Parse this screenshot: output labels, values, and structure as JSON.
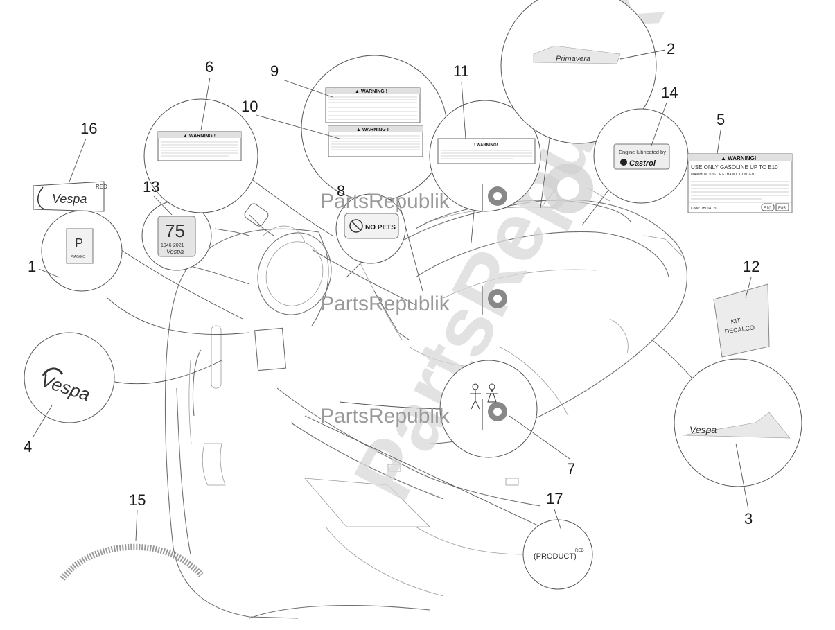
{
  "callouts": [
    "1",
    "2",
    "3",
    "4",
    "5",
    "6",
    "7",
    "8",
    "9",
    "10",
    "11",
    "12",
    "13",
    "14",
    "15",
    "16",
    "17"
  ],
  "watermark": {
    "text": "PartsRepublik",
    "large_text": "PartsRepublik"
  },
  "decals": {
    "warning_header": "▲ WARNING !",
    "warning_header_9": "▲ WARNING !",
    "warning_header_10": "▲ WARNING !",
    "warning_header_11": "! WARNING!",
    "warning_5": {
      "header": "▲ WARNING!",
      "line1": "USE ONLY GASOLINE UP TO E10",
      "line2": "MAXIMUM 10% OF ETHANOL CONTENT.",
      "body": "NEVER USE GASOLINE WITH ETHANOL OR METHANOL CONTENT HIGHER THAN 10%. THE USE OF GASOLINE WITH ETHANOL CONTENT HIGHER THAN 10% CAN DAMAGE THE ENGINE AND THE FUEL SYSTEM AND WILL VOID THE MANUFACTURER'S WARRANTY.",
      "code": "Code: 1B004120",
      "badge1": "E10",
      "badge2": "E85"
    },
    "castrol": {
      "line1": "Engine lubricated by",
      "brand": "Castrol"
    },
    "no_pets": "NO PETS",
    "kit_line1": "KIT",
    "kit_line2": "DECALCO",
    "anniversary_number": "75",
    "anniversary_years": "1946-2021",
    "vespa_script": "Vespa",
    "red_tag": "RED",
    "product_red": "(PRODUCT)",
    "primavera": "Primavera",
    "piaggio": "PIAGGIO"
  }
}
